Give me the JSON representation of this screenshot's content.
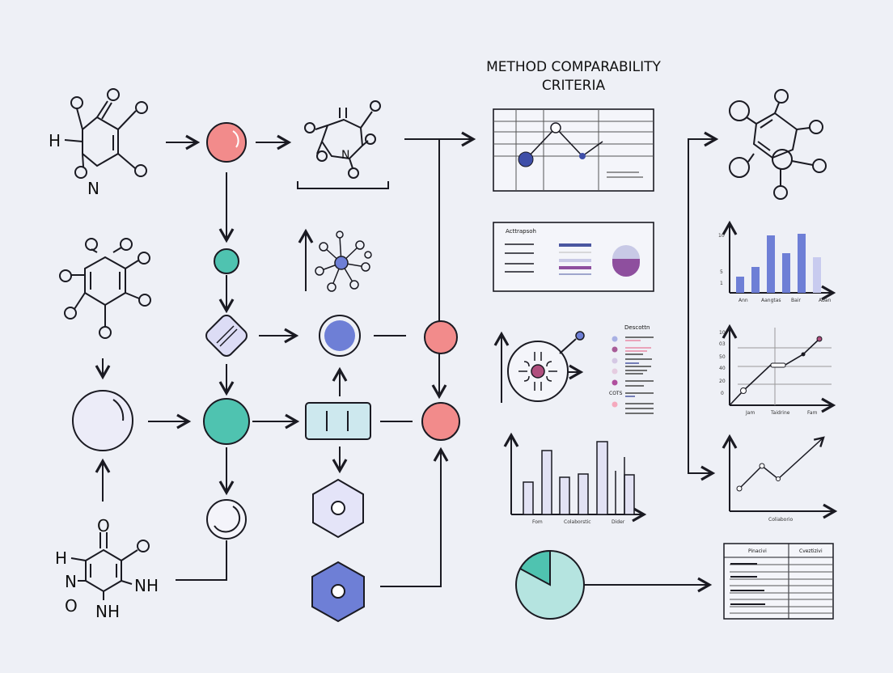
{
  "title": {
    "line1": "METHOD COMPARABILITY",
    "line2": "CRITERIA"
  },
  "molecules": {
    "top_left": {
      "atoms": [
        "H",
        "N"
      ]
    },
    "bottom_left": {
      "atoms": [
        "H",
        "N",
        "O",
        "NH",
        "NH"
      ]
    }
  },
  "panels": {
    "summary_box": {
      "heading": "Acttrapsoh"
    },
    "legend": {
      "heading": "Descottn",
      "label": "COTS"
    },
    "bar_chart_bottom": {
      "x_labels": [
        "Fom",
        "Colaborstic",
        "Dider"
      ]
    },
    "bar_chart_right": {
      "x_labels": [
        "Ann",
        "Aangtas",
        "Bair",
        "Aban"
      ],
      "y_labels": [
        "10",
        "5",
        "1"
      ]
    },
    "line_chart_right": {
      "x_labels": [
        "Jam",
        "Taidrine",
        "Fam"
      ],
      "y_labels": [
        "10",
        "03",
        "50",
        "40",
        "20",
        "0"
      ]
    },
    "line_chart_bottom": {
      "x_label": "Coliaborio"
    },
    "table": {
      "headers": [
        "Pinacivi",
        "Cveztizivi"
      ]
    }
  },
  "colors": {
    "background": "#eef0f6",
    "red": "#f28b8b",
    "teal": "#4fc3b0",
    "blue": "#6e7fd6",
    "lavender": "#dcdcf5",
    "light_cyan": "#cde8ee",
    "purple": "#8e4f9e"
  }
}
